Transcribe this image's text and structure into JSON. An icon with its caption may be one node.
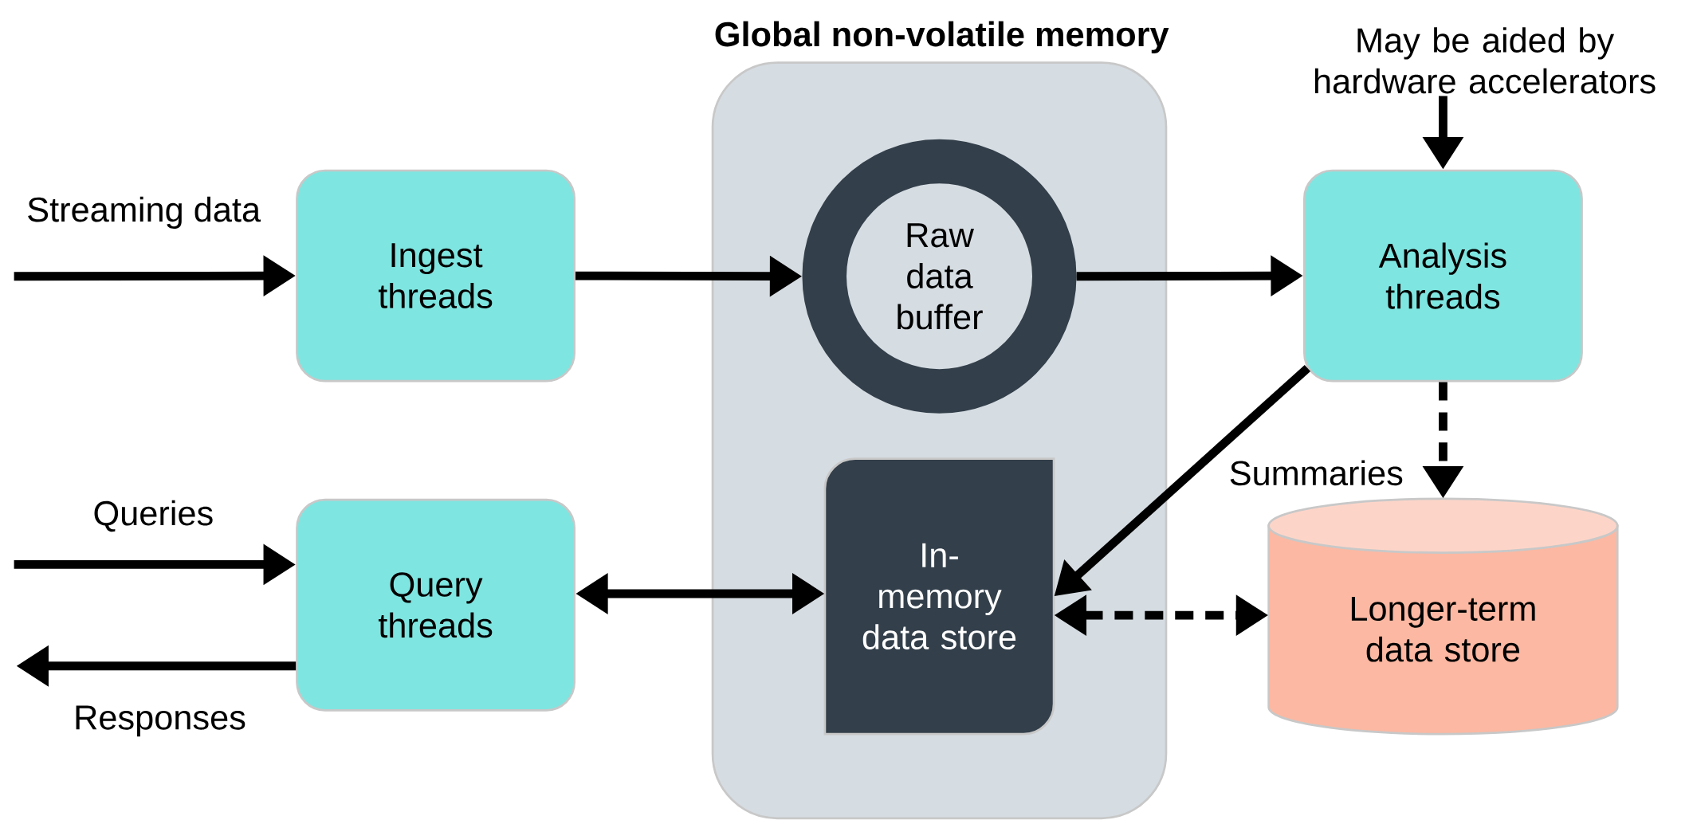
{
  "diagram": {
    "nodes": [
      {
        "text": [
          "Global non-volatile memory"
        ]
      },
      {
        "text": [
          "Ingest threads"
        ]
      },
      {
        "text": [
          "Raw data buffer"
        ],
        "in": 0
      },
      {
        "text": [
          "Analysis threads"
        ]
      },
      {
        "text": [
          "Query threads"
        ]
      },
      {
        "text": [
          "In-memory data store"
        ],
        "in": 0
      },
      {
        "text": [
          "Longer-term data store"
        ]
      },
      {
        "text": [
          "May be aided by hardware accelerators"
        ]
      }
    ],
    "edges": [
      {
        "from": null,
        "to": 1,
        "arrow": "to",
        "label": "Streaming data"
      },
      {
        "from": 1,
        "to": 2,
        "arrow": "to"
      },
      {
        "from": 2,
        "to": 3,
        "arrow": "to"
      },
      {
        "from": 3,
        "to": 5,
        "arrow": "to"
      },
      {
        "from": 3,
        "to": 6,
        "arrow": "to",
        "style": "dashed",
        "label": "Summaries"
      },
      {
        "from": 4,
        "to": 5,
        "arrow": "both"
      },
      {
        "from": 5,
        "to": 6,
        "arrow": "both",
        "style": "dashed"
      },
      {
        "from": null,
        "to": 4,
        "arrow": "to",
        "label": "Queries"
      },
      {
        "from": 4,
        "to": null,
        "arrow": "to",
        "label": "Responses"
      },
      {
        "from": 7,
        "to": 3,
        "arrow": "to"
      }
    ]
  }
}
